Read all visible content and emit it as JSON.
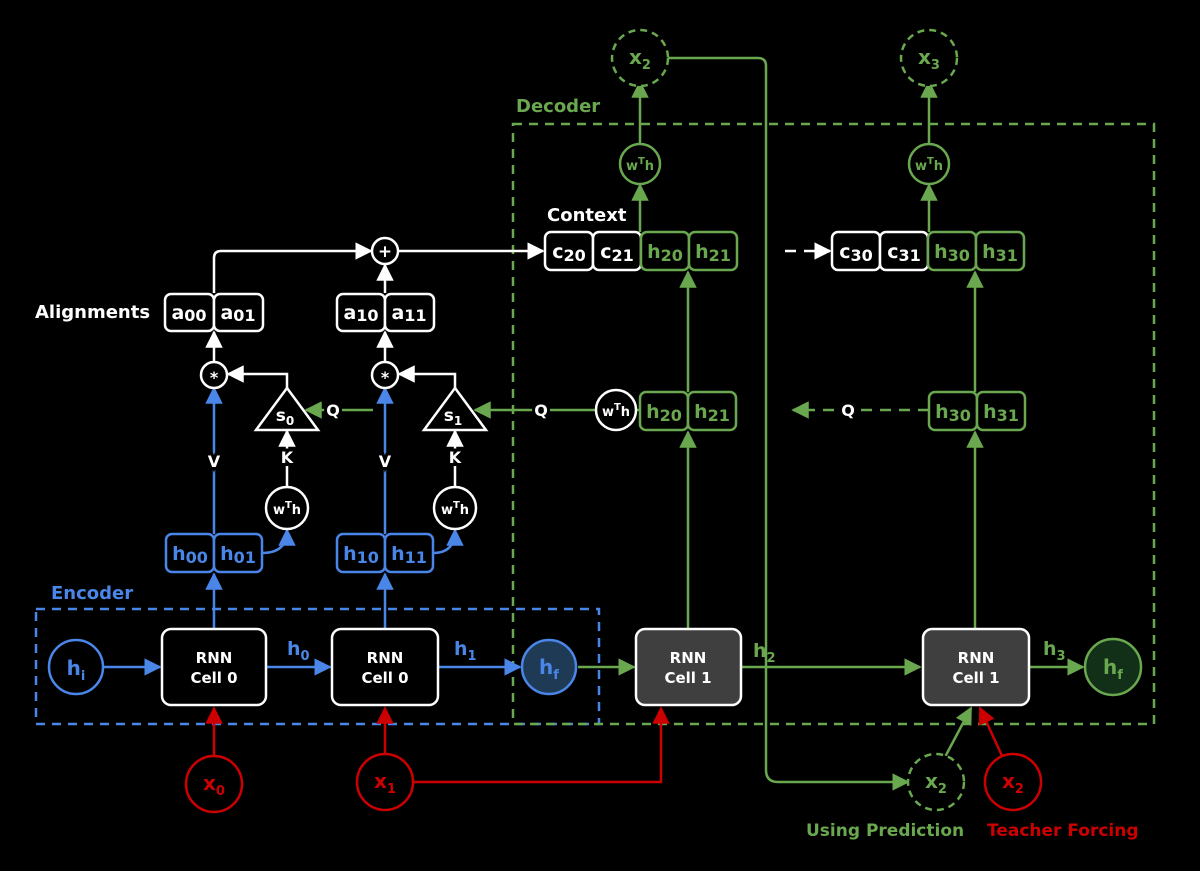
{
  "colors": {
    "background": "#000000",
    "white": "#ffffff",
    "blue": "#4a86e8",
    "green": "#6aa84f",
    "red": "#cc0000",
    "rnn_fill_encoder": "#000000",
    "rnn_fill_decoder": "#3f3f3f",
    "hf_fill_encoder": "#1f3a55",
    "hf_fill_decoder": "#123018"
  },
  "labels": {
    "encoder": "Encoder",
    "decoder": "Decoder",
    "alignments": "Alignments",
    "context": "Context",
    "using_prediction": "Using Prediction",
    "teacher_forcing": "Teacher Forcing",
    "v": "V",
    "k": "K",
    "q": "Q",
    "plus": "+",
    "star": "*"
  },
  "encoder": {
    "hi": {
      "base": "h",
      "sub": "i"
    },
    "cell0": {
      "line1": "RNN",
      "line2": "Cell 0"
    },
    "cell1": {
      "line1": "RNN",
      "line2": "Cell 0"
    },
    "h0": {
      "base": "h",
      "sub": "0"
    },
    "h1": {
      "base": "h",
      "sub": "1"
    },
    "hf": {
      "base": "h",
      "sub": "f"
    },
    "x0": {
      "base": "x",
      "sub": "0"
    },
    "x1": {
      "base": "x",
      "sub": "1"
    },
    "h00": {
      "base": "h",
      "sub": "00"
    },
    "h01": {
      "base": "h",
      "sub": "01"
    },
    "h10": {
      "base": "h",
      "sub": "10"
    },
    "h11": {
      "base": "h",
      "sub": "11"
    }
  },
  "attention": {
    "a00": {
      "base": "a",
      "sub": "00"
    },
    "a01": {
      "base": "a",
      "sub": "01"
    },
    "a10": {
      "base": "a",
      "sub": "10"
    },
    "a11": {
      "base": "a",
      "sub": "11"
    },
    "s0": {
      "base": "s",
      "sub": "0"
    },
    "s1": {
      "base": "s",
      "sub": "1"
    },
    "wth": {
      "base": "w",
      "sup": "T",
      "tail": "h"
    }
  },
  "decoder": {
    "cell_a": {
      "line1": "RNN",
      "line2": "Cell 1"
    },
    "cell_b": {
      "line1": "RNN",
      "line2": "Cell 1"
    },
    "h2": {
      "base": "h",
      "sub": "2"
    },
    "h3": {
      "base": "h",
      "sub": "3"
    },
    "hf": {
      "base": "h",
      "sub": "f"
    },
    "c20": {
      "base": "c",
      "sub": "20"
    },
    "c21": {
      "base": "c",
      "sub": "21"
    },
    "c30": {
      "base": "c",
      "sub": "30"
    },
    "c31": {
      "base": "c",
      "sub": "31"
    },
    "h20": {
      "base": "h",
      "sub": "20"
    },
    "h21": {
      "base": "h",
      "sub": "21"
    },
    "h30": {
      "base": "h",
      "sub": "30"
    },
    "h31": {
      "base": "h",
      "sub": "31"
    },
    "x2": {
      "base": "x",
      "sub": "2"
    },
    "x3": {
      "base": "x",
      "sub": "3"
    }
  }
}
